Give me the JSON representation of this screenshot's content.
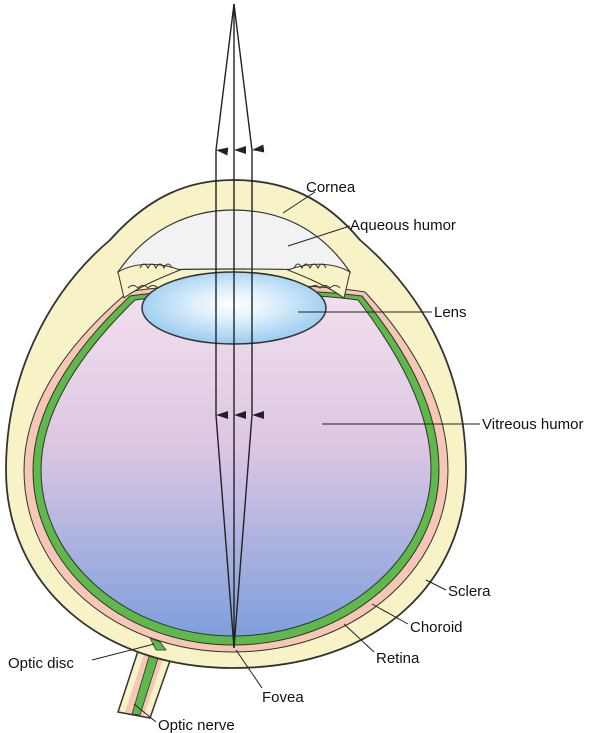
{
  "labels": {
    "cornea": "Cornea",
    "aqueous_humor": "Aqueous humor",
    "lens": "Lens",
    "vitreous_humor": "Vitreous humor",
    "sclera": "Sclera",
    "choroid": "Choroid",
    "retina": "Retina",
    "fovea": "Fovea",
    "optic_disc": "Optic disc",
    "optic_nerve": "Optic nerve"
  },
  "colors": {
    "sclera": "#f8f3c6",
    "choroid": "#f5c7b4",
    "retina": "#5fb84a",
    "vitreous_top": "#f1dcea",
    "vitreous_bottom": "#7e9fdc",
    "lens": "#b9dcf6",
    "aqueous": "#f2f2f2",
    "outline": "#333333"
  }
}
